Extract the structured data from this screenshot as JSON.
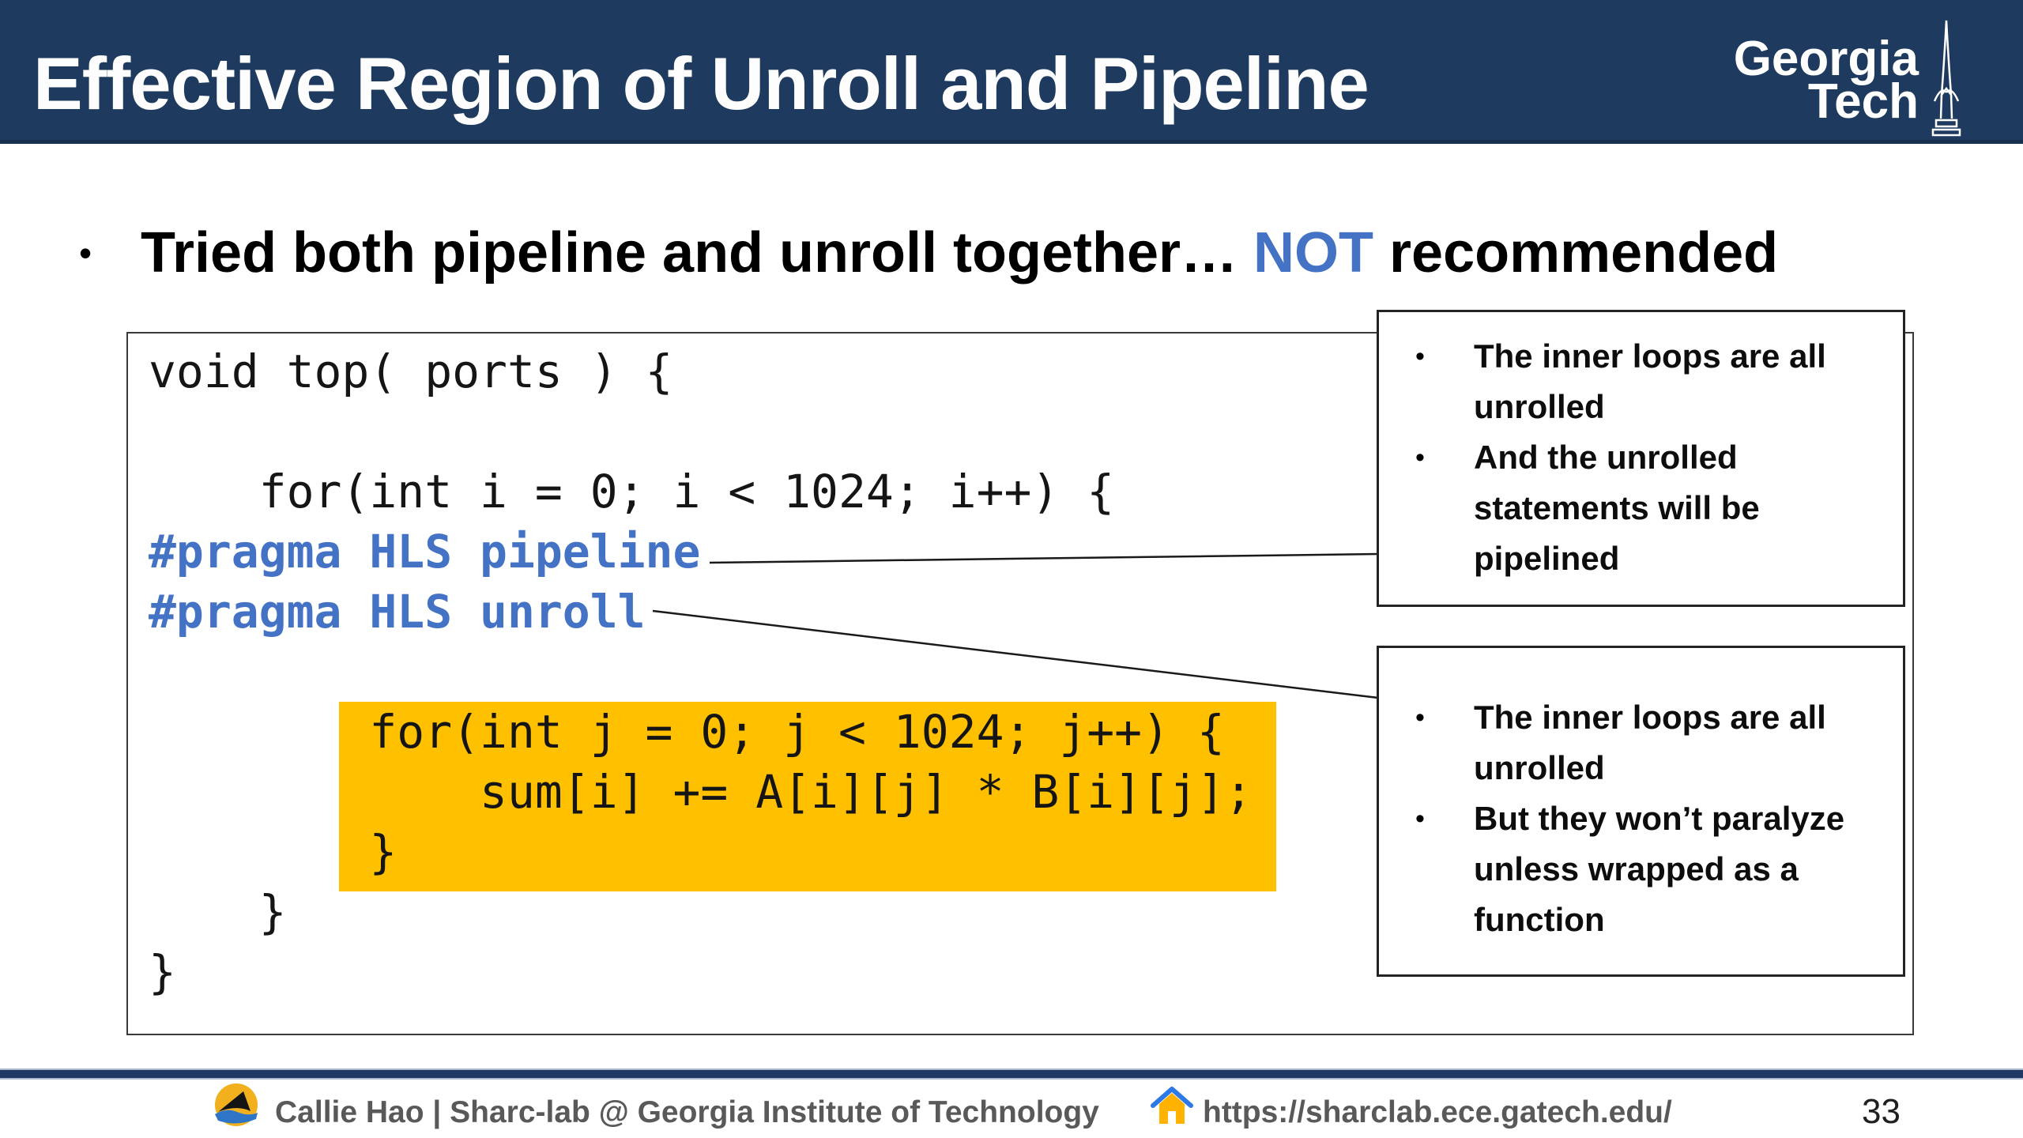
{
  "colors": {
    "navy": "#1e3a5e",
    "accent-blue": "#4472C4",
    "highlight": "#FFC000",
    "footer-gray": "#595959",
    "line-navy": "#1f3864"
  },
  "header": {
    "title": "Effective Region of Unroll and Pipeline",
    "logo_line1": "Georgia",
    "logo_line2": "Tech"
  },
  "bullet": {
    "dot": "•",
    "text_before": "Tried both pipeline and unroll together… ",
    "emphasis": "NOT",
    "text_after": " recommended"
  },
  "code": {
    "lines": [
      "void top( ports ) {",
      "",
      "    for(int i = 0; i < 1024; i++) {",
      "#pragma HLS pipeline",
      "#pragma HLS unroll",
      "",
      "        for(int j = 0; j < 1024; j++) {",
      "            sum[i] += A[i][j] * B[i][j];",
      "        }",
      "    }",
      "}"
    ]
  },
  "callouts": {
    "dot": "•",
    "box1": {
      "items": [
        "The inner loops are all unrolled",
        "And the unrolled statements will be pipelined"
      ]
    },
    "box2": {
      "items": [
        "The inner loops are all unrolled",
        "But they won’t paralyze unless wrapped as a function"
      ]
    }
  },
  "footer": {
    "credit": "Callie Hao | Sharc-lab @ Georgia Institute of Technology",
    "url": "https://sharclab.ece.gatech.edu/",
    "page_number": "33"
  }
}
